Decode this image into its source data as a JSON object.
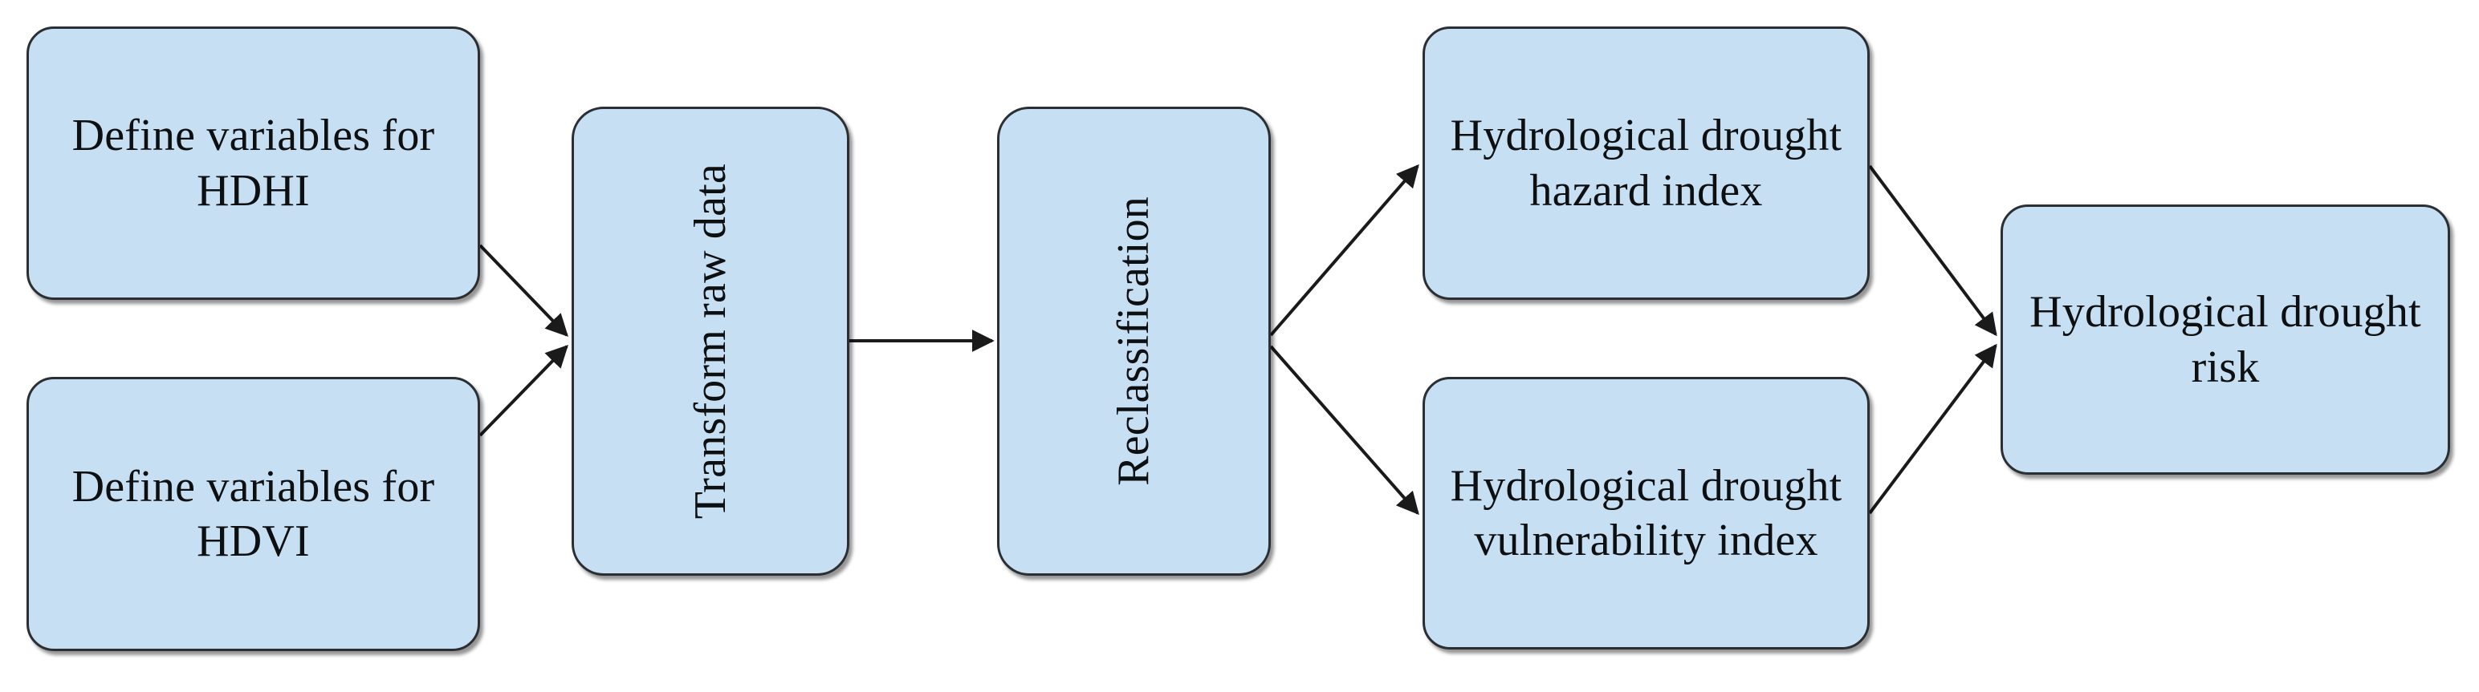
{
  "diagram": {
    "type": "flowchart",
    "orientation": "left-to-right",
    "colors": {
      "node_fill": "#c6dff2",
      "node_border": "#2b2f33",
      "edge": "#1a1a1a",
      "background": "#ffffff",
      "text": "#0d0f11"
    },
    "nodes": [
      {
        "id": "hdhi",
        "label": "Define variables for HDHI",
        "lines": [
          "Define variables",
          "for HDHI"
        ],
        "orientation": "horizontal",
        "column": 1,
        "row": "top"
      },
      {
        "id": "hdvi",
        "label": "Define variables for HDVI",
        "lines": [
          "Define variables",
          "for HDVI"
        ],
        "orientation": "horizontal",
        "column": 1,
        "row": "bottom"
      },
      {
        "id": "transform",
        "label": "Transform raw data",
        "lines": [
          "Transform raw data"
        ],
        "orientation": "vertical-bottom-to-top",
        "column": 2,
        "row": "middle"
      },
      {
        "id": "reclassify",
        "label": "Reclassification",
        "lines": [
          "Reclassification"
        ],
        "orientation": "vertical-bottom-to-top",
        "column": 3,
        "row": "middle"
      },
      {
        "id": "hazard",
        "label": "Hydrological drought hazard index",
        "lines": [
          "Hydrological",
          "drought hazard",
          "index"
        ],
        "orientation": "horizontal",
        "column": 4,
        "row": "top"
      },
      {
        "id": "vulnerable",
        "label": "Hydrological drought vulnerability index",
        "lines": [
          "Hydrological",
          "drought",
          "vulnerability index"
        ],
        "orientation": "horizontal",
        "column": 4,
        "row": "bottom"
      },
      {
        "id": "risk",
        "label": "Hydrological drought risk",
        "lines": [
          "Hydrological",
          "drought risk"
        ],
        "orientation": "horizontal",
        "column": 5,
        "row": "middle"
      }
    ],
    "edges": [
      {
        "id": "e1",
        "from": "hdhi",
        "to": "transform",
        "arrowhead": "end",
        "style": "straight"
      },
      {
        "id": "e2",
        "from": "hdvi",
        "to": "transform",
        "arrowhead": "end",
        "style": "straight"
      },
      {
        "id": "e3",
        "from": "transform",
        "to": "reclassify",
        "arrowhead": "end",
        "style": "straight"
      },
      {
        "id": "e4",
        "from": "reclassify",
        "to": "hazard",
        "arrowhead": "end",
        "style": "straight"
      },
      {
        "id": "e5",
        "from": "reclassify",
        "to": "vulnerable",
        "arrowhead": "end",
        "style": "straight"
      },
      {
        "id": "e6",
        "from": "hazard",
        "to": "risk",
        "arrowhead": "end",
        "style": "straight"
      },
      {
        "id": "e7",
        "from": "vulnerable",
        "to": "risk",
        "arrowhead": "end",
        "style": "straight"
      }
    ]
  }
}
